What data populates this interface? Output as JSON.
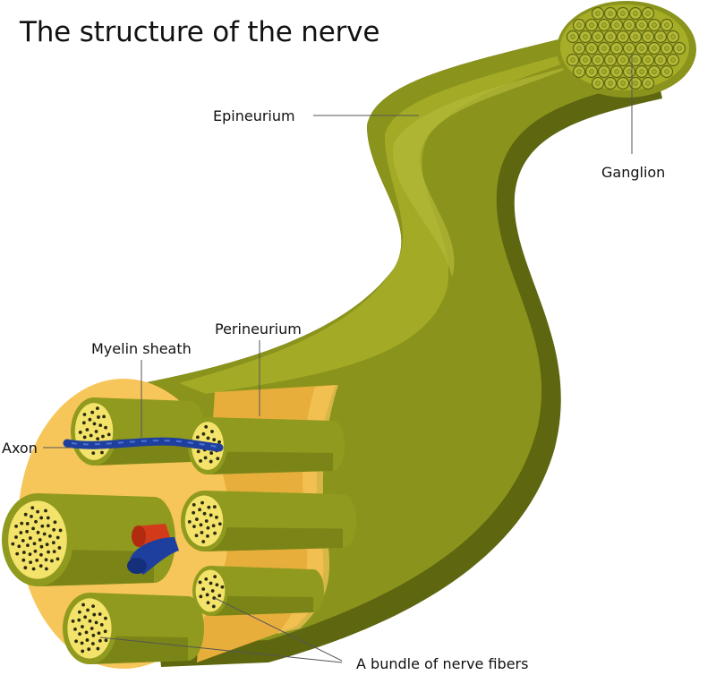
{
  "title": "The structure of the nerve",
  "labels": {
    "epineurium": "Epineurium",
    "ganglion": "Ganglion",
    "perineurium": "Perineurium",
    "myelin_sheath": "Myelin sheath",
    "axon": "Axon",
    "bundle": "A bundle of nerve fibers"
  },
  "colors": {
    "nerve_dark": "#5e6610",
    "nerve_mid": "#8a931b",
    "nerve_light": "#a6ae28",
    "nerve_highlight": "#b3b938",
    "cross_section": "#f7c65a",
    "cross_section_edge": "#e8ae3c",
    "fiber_face": "#f3e36a",
    "fiber_body": "#8f9a1e",
    "fiber_shadow": "#6b7412",
    "dot": "#2a2a10",
    "vein": "#1f3f9e",
    "artery": "#d23a1a"
  }
}
